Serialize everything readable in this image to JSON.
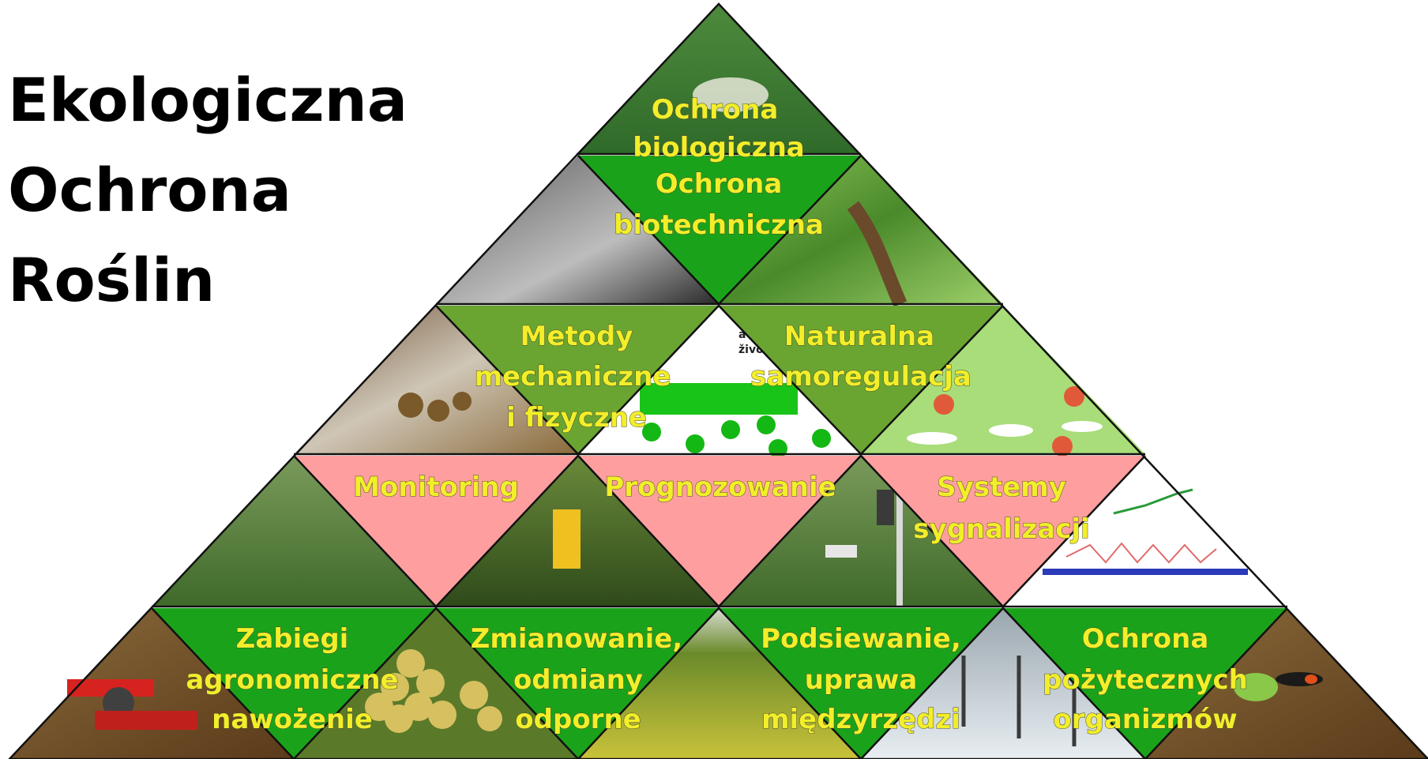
{
  "title": {
    "line1": "Ekologiczna",
    "line2": "Ochrona",
    "line3": "Roślin"
  },
  "colors": {
    "green_label": "#1aa31a",
    "olive_label": "#6aa532",
    "pink_label": "#ff9e9e",
    "label_text": "#f2ee2a",
    "outline": "#111111"
  },
  "pyramid": {
    "tiers": [
      {
        "level": "top",
        "labels": [
          {
            "id": "ochrona-biologiczna",
            "text": [
              "Ochrona",
              "biologiczna"
            ],
            "color": "green_photo"
          }
        ]
      },
      {
        "level": "2",
        "labels": [
          {
            "id": "ochrona-biotechniczna",
            "text": [
              "Ochrona",
              "biotechniczna"
            ],
            "color": "green_label"
          }
        ],
        "photos": [
          "mite-electron-micrograph",
          "grapevine-trunk"
        ]
      },
      {
        "level": "3",
        "labels": [
          {
            "id": "metody-mechaniczne",
            "text": [
              "Metody",
              "mechaniczne",
              "i fizyczne"
            ],
            "color": "olive_label"
          },
          {
            "id": "naturalna-samoregulacja",
            "text": [
              "Naturalna",
              "samoregulacja"
            ],
            "color": "olive_label"
          }
        ],
        "photos": [
          "larvae-on-dish",
          "plant-cell-diagram",
          "fungal-infection-diagram"
        ],
        "photo_text": [
          "a rostliny zo",
          "život hub"
        ]
      },
      {
        "level": "4",
        "labels": [
          {
            "id": "monitoring",
            "text": [
              "Monitoring"
            ],
            "color": "pink_label"
          },
          {
            "id": "prognozowanie",
            "text": [
              "Prognozowanie"
            ],
            "color": "pink_label"
          },
          {
            "id": "systemy-sygnalizacji",
            "text": [
              "Systemy",
              "sygnalizacji"
            ],
            "color": "pink_label"
          }
        ],
        "photos": [
          "field-trap",
          "yellow-sticky-trap",
          "weather-station",
          "forecast-chart"
        ]
      },
      {
        "level": "base",
        "labels": [
          {
            "id": "zabiegi-agronomiczne",
            "text": [
              "Zabiegi",
              "agronomiczne",
              "nawożenie"
            ],
            "color": "green_label"
          },
          {
            "id": "zmianowanie",
            "text": [
              "Zmianowanie,",
              "odmiany",
              "odporne"
            ],
            "color": "green_label"
          },
          {
            "id": "podsiewanie",
            "text": [
              "Podsiewanie,",
              "uprawa",
              "międzyrzędzi"
            ],
            "color": "green_label"
          },
          {
            "id": "ochrona-pozytecznych",
            "text": [
              "Ochrona",
              "pożytecznych",
              "organizmów"
            ],
            "color": "green_label"
          }
        ],
        "photos": [
          "red-harrow-machine",
          "grape-cluster",
          "vineyard-rows",
          "snowy-vineyard",
          "beneficial-insect-soil"
        ]
      }
    ]
  }
}
